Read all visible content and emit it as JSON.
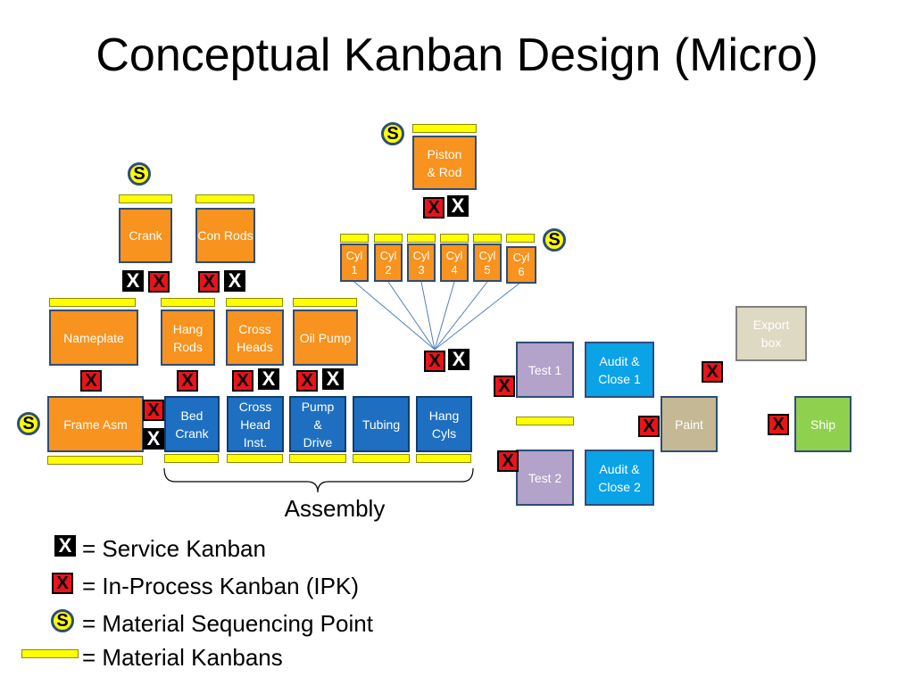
{
  "title": "Conceptual Kanban Design (Micro)",
  "marks": {
    "service": "X",
    "ipk": "X",
    "sequence": "S"
  },
  "boxes": {
    "piston_rod": "Piston\n& Rod",
    "crank": "Crank",
    "con_rods": "Con Rods",
    "cyl1": "Cyl\n1",
    "cyl2": "Cyl\n2",
    "cyl3": "Cyl\n3",
    "cyl4": "Cyl\n4",
    "cyl5": "Cyl\n5",
    "cyl6": "Cyl\n6",
    "nameplate": "Nameplate",
    "hang_rods": "Hang\nRods",
    "cross_heads": "Cross\nHeads",
    "oil_pump": "Oil Pump",
    "export_box": "Export\nbox",
    "test1": "Test 1",
    "audit_close1": "Audit &\nClose 1",
    "frame_asm": "Frame Asm",
    "bed_crank": "Bed\nCrank",
    "cross_head_inst": "Cross\nHead\nInst.",
    "pump_drive": "Pump\n&\nDrive",
    "tubing": "Tubing",
    "hang_cyls": "Hang\nCyls",
    "paint": "Paint",
    "ship": "Ship",
    "test2": "Test 2",
    "audit_close2": "Audit &\nClose 2"
  },
  "assembly_label": "Assembly",
  "legend": {
    "service": "= Service Kanban",
    "ipk": "= In-Process Kanban (IPK)",
    "sequence": "= Material Sequencing Point",
    "material": "= Material Kanbans"
  },
  "colors": {
    "orange": "#f7931e",
    "blue": "#1e6fc1",
    "cyan": "#0aa3e8",
    "lavender": "#b3a2c9",
    "tan": "#c4b895",
    "beige": "#ddd9c3",
    "green": "#8fd14f",
    "yellow": "#ffff00",
    "red": "#e8141b"
  }
}
